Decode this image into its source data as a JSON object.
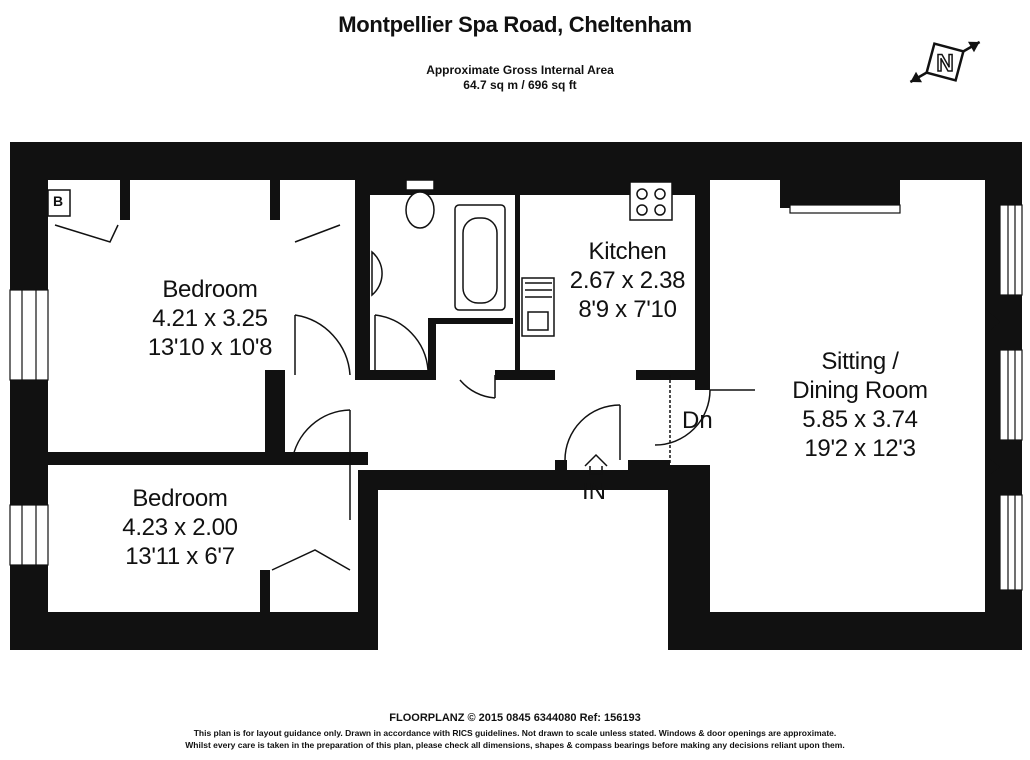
{
  "header": {
    "title": "Montpellier Spa Road, Cheltenham",
    "area_label": "Approximate Gross Internal Area",
    "area_value": "64.7 sq m / 696 sq ft"
  },
  "compass": {
    "letter": "N"
  },
  "rooms": {
    "bedroom1": {
      "name": "Bedroom",
      "metric": "4.21 x 3.25",
      "imperial": "13'10 x 10'8"
    },
    "bedroom2": {
      "name": "Bedroom",
      "metric": "4.23 x 2.00",
      "imperial": "13'11 x 6'7"
    },
    "kitchen": {
      "name": "Kitchen",
      "metric": "2.67 x 2.38",
      "imperial": "8'9 x 7'10"
    },
    "sitting": {
      "name_line1": "Sitting /",
      "name_line2": "Dining Room",
      "metric": "5.85 x 3.74",
      "imperial": "19'2 x 12'3"
    }
  },
  "markers": {
    "boiler": "B",
    "down": "Dn",
    "entrance": "IN"
  },
  "footer": {
    "line1": "FLOORPLANZ © 2015    0845 6344080    Ref: 156193",
    "line2": "This plan is for layout guidance only. Drawn in accordance with RICS guidelines. Not drawn to scale unless stated. Windows & door openings are approximate.",
    "line3": "Whilst every care is taken in the preparation of this plan, please check all dimensions, shapes & compass bearings before making any decisions reliant upon them."
  },
  "colors": {
    "wall": "#111111",
    "background": "#ffffff"
  }
}
